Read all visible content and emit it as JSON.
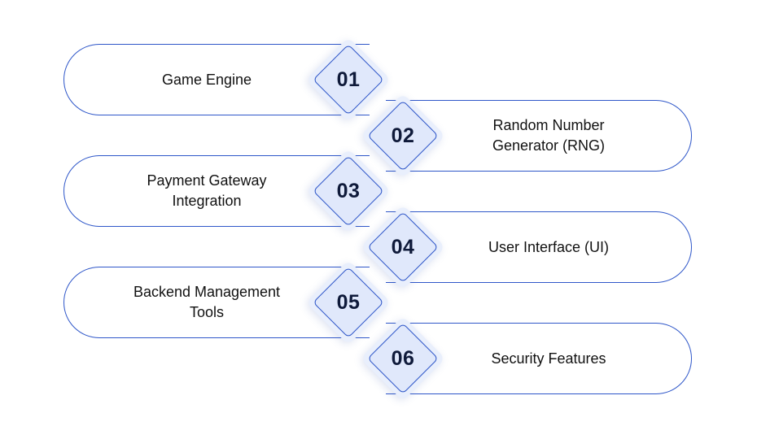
{
  "steps": [
    {
      "number": "01",
      "label": "Game Engine",
      "side": "left"
    },
    {
      "number": "02",
      "label": "Random Number\nGenerator (RNG)",
      "side": "right"
    },
    {
      "number": "03",
      "label": "Payment Gateway\nIntegration",
      "side": "left"
    },
    {
      "number": "04",
      "label": "User Interface (UI)",
      "side": "right"
    },
    {
      "number": "05",
      "label": "Backend Management\nTools",
      "side": "left"
    },
    {
      "number": "06",
      "label": "Security Features",
      "side": "right"
    }
  ],
  "colors": {
    "accent": "#2f57c9",
    "diamond_fill": "#e0e8fb",
    "diamond_halo": "#e9effc",
    "text": "#111111",
    "number_text": "#0f1a3a"
  }
}
